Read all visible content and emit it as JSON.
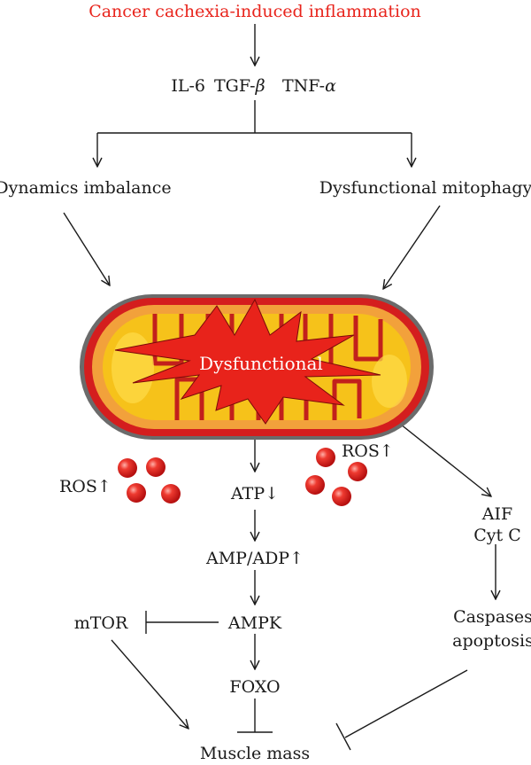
{
  "diagram": {
    "title": "Cancer cachexia-induced inflammation",
    "cytokines": {
      "il6": "IL-6",
      "tgf": "TGF-",
      "beta": "β",
      "tnf": "TNF-",
      "alpha": "α"
    },
    "left_branch": "Dynamics imbalance",
    "right_branch": "Dysfunctional mitophagy",
    "center_label": "Dysfunctional",
    "ros_left": "ROS",
    "ros_right": "ROS",
    "atp": "ATP",
    "amp_adp": "AMP/ADP",
    "ampk": "AMPK",
    "mtor": "mTOR",
    "foxo": "FOXO",
    "muscle_mass": "Muscle mass",
    "aif": "AIF",
    "cytc": "Cyt C",
    "caspases": "Caspases",
    "apoptosis": "apoptosis",
    "up_arrow": "↑",
    "down_arrow": "↓"
  },
  "colors": {
    "title": "#e8231b",
    "text": "#1a1a1a",
    "ros_ball": "#e32020",
    "mito_outer": "#d41e1e",
    "mito_inner": "#f2a13b",
    "mito_matrix": "#f6c21a",
    "star": "#e8231b"
  }
}
